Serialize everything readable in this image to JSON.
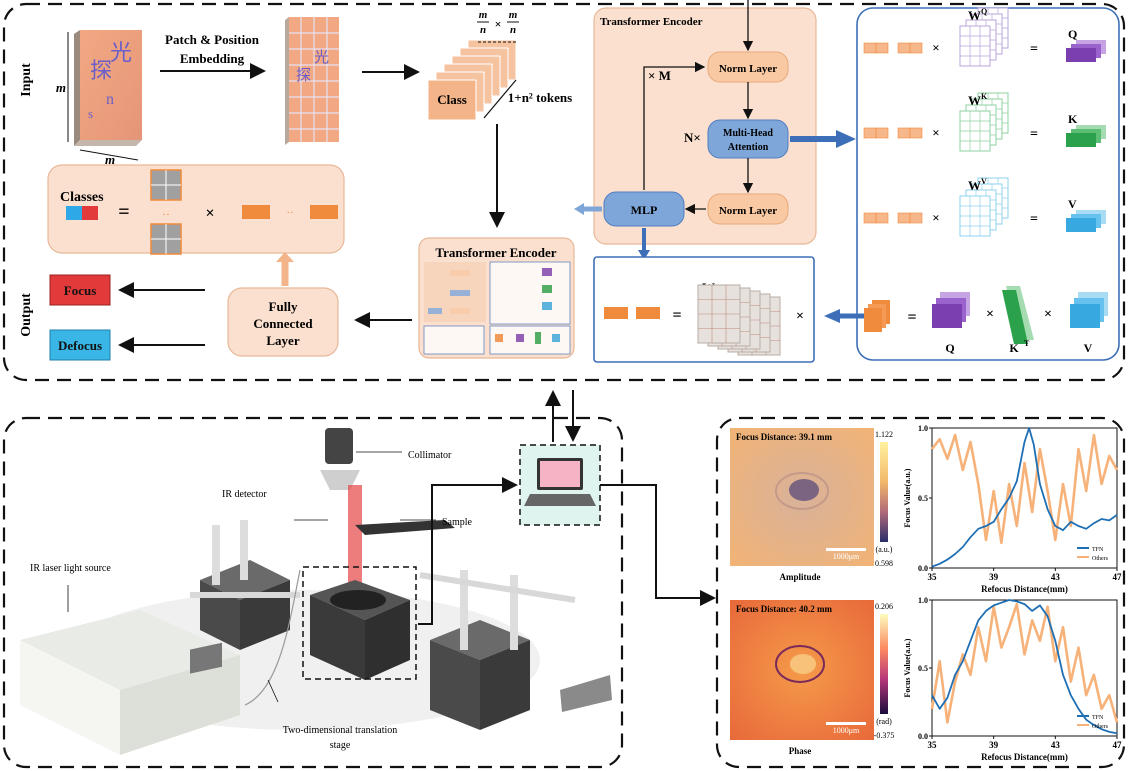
{
  "input_section": {
    "input_label": "Input",
    "output_label": "Output",
    "side_m_left": "m",
    "side_m_bottom": "m",
    "glyph_1": "探",
    "glyph_2": "光",
    "glyph_3": "n",
    "glyph_4": "s",
    "patch_embedding_line1": "Patch & Position",
    "patch_embedding_line2": "Embedding",
    "class_token": "Class",
    "patch_size_num": "m",
    "patch_size_den": "n",
    "patch_size_times": "×",
    "tokens_label": "1+n² tokens",
    "classes_label": "Classes",
    "equals": "=",
    "times": "×",
    "dots": "·· ",
    "focus_btn": "Focus",
    "defocus_btn": "Defocus",
    "fc_layer": [
      "Fully",
      "Connected",
      "Layer"
    ],
    "mini_encoder_title": "Transformer Encoder"
  },
  "encoder": {
    "title": "Transformer Encoder",
    "norm_top": "Norm Layer",
    "norm_bottom": "Norm Layer",
    "mha": [
      "Multi-Head",
      "Attention"
    ],
    "mlp": "MLP",
    "repeat_m": "× M",
    "repeat_n": "N×"
  },
  "attention": {
    "wq": "W",
    "wq_sup": "Q",
    "wk": "W",
    "wk_sup": "K",
    "wv": "W",
    "wv_sup": "V",
    "q": "Q",
    "k": "K",
    "v": "V",
    "w": "W",
    "q2": "Q",
    "kt": "K",
    "kt_sup": "T",
    "v2": "V"
  },
  "setup": {
    "collimator": "Collimator",
    "ir_detector": "IR detector",
    "sample": "Sample",
    "laser": "IR laser light source",
    "stage_line1": "Two-dimensional translation",
    "stage_line2": "stage"
  },
  "results": {
    "amp_focus": "Focus Distance: 39.1 mm",
    "amp_scale": "1000μm",
    "amp_cb_max": "1.122",
    "amp_cb_unit": "(a.u.)",
    "amp_cb_min": "0.598",
    "amp_label": "Amplitude",
    "phase_focus": "Focus Distance: 40.2 mm",
    "phase_scale": "1000μm",
    "phase_cb_max": "0.206",
    "phase_cb_unit": "(rad)",
    "phase_cb_min": "-0.375",
    "phase_label": "Phase"
  },
  "colors": {
    "encoder_bg": "#fbe0cf",
    "node_fill": "#f9c9a3",
    "mha_fill": "#7fa6d9",
    "accent_orange": "#f08a3c",
    "focus_red": "#e23a3a",
    "defocus_blue": "#39b6e6",
    "tfn_blue": "#1f6fb4",
    "others_orange": "#f7b27a"
  },
  "chart_data": [
    {
      "type": "line",
      "title": "",
      "xlabel": "Refocus Distance(mm)",
      "ylabel": "Focus Value(a.u.)",
      "xlim": [
        35,
        47
      ],
      "ylim": [
        0,
        1
      ],
      "xticks": [
        "35",
        "39",
        "43",
        "47"
      ],
      "yticks": [
        "0.0",
        "0.5",
        "1.0"
      ],
      "legend": "bottom-right",
      "series": [
        {
          "name": "TFN",
          "color": "#1f6fb4",
          "x": [
            35,
            35.5,
            36,
            36.5,
            37,
            37.5,
            38,
            38.5,
            39,
            39.5,
            40,
            40.5,
            41,
            41.3,
            41.6,
            42,
            42.5,
            43,
            43.5,
            44,
            44.5,
            45,
            45.5,
            46,
            46.5,
            47
          ],
          "y": [
            0.01,
            0.03,
            0.06,
            0.1,
            0.15,
            0.22,
            0.28,
            0.3,
            0.33,
            0.42,
            0.5,
            0.62,
            0.9,
            1.0,
            0.88,
            0.6,
            0.42,
            0.3,
            0.27,
            0.33,
            0.3,
            0.28,
            0.32,
            0.35,
            0.34,
            0.38
          ]
        },
        {
          "name": "Others",
          "color": "#f7b27a",
          "x": [
            35,
            35.5,
            36,
            36.5,
            37,
            37.5,
            38,
            38.5,
            39,
            39.5,
            40,
            40.5,
            41,
            41.5,
            42,
            42.5,
            43,
            43.5,
            44,
            44.5,
            45,
            45.5,
            46,
            46.5,
            47
          ],
          "y": [
            0.85,
            0.92,
            0.78,
            0.95,
            0.7,
            0.9,
            0.6,
            0.2,
            0.55,
            0.18,
            0.6,
            0.3,
            0.75,
            0.4,
            0.85,
            0.55,
            0.2,
            0.6,
            0.3,
            0.85,
            0.55,
            0.95,
            0.6,
            0.8,
            0.7
          ]
        }
      ]
    },
    {
      "type": "line",
      "title": "",
      "xlabel": "Refocus Distance(mm)",
      "ylabel": "Focus Value(a.u.)",
      "xlim": [
        35,
        47
      ],
      "ylim": [
        0,
        1
      ],
      "xticks": [
        "35",
        "39",
        "43",
        "47"
      ],
      "yticks": [
        "0.0",
        "0.5",
        "1.0"
      ],
      "legend": "bottom-right",
      "series": [
        {
          "name": "TFN",
          "color": "#1f6fb4",
          "x": [
            35,
            35.5,
            36,
            36.5,
            37,
            37.5,
            38,
            38.5,
            39,
            39.5,
            40,
            40.5,
            41,
            41.5,
            42,
            42.5,
            43,
            43.5,
            44,
            44.5,
            45,
            45.5,
            46,
            46.5,
            47
          ],
          "y": [
            0.3,
            0.2,
            0.28,
            0.45,
            0.55,
            0.7,
            0.85,
            0.92,
            0.96,
            0.98,
            1.0,
            0.99,
            0.97,
            0.92,
            0.96,
            0.88,
            0.7,
            0.45,
            0.3,
            0.2,
            0.12,
            0.08,
            0.05,
            0.03,
            0.02
          ]
        },
        {
          "name": "Others",
          "color": "#f7b27a",
          "x": [
            35,
            35.5,
            36,
            36.5,
            37,
            37.5,
            38,
            38.5,
            39,
            39.5,
            40,
            40.5,
            41,
            41.5,
            42,
            42.5,
            43,
            43.5,
            44,
            44.5,
            45,
            45.5,
            46,
            46.5,
            47
          ],
          "y": [
            0.2,
            0.55,
            0.1,
            0.4,
            0.6,
            0.45,
            0.8,
            0.55,
            0.95,
            0.65,
            0.8,
            0.97,
            0.6,
            0.85,
            0.7,
            0.95,
            0.55,
            0.8,
            0.4,
            0.65,
            0.3,
            0.45,
            0.2,
            0.3,
            0.1
          ]
        }
      ]
    }
  ],
  "chart_legend_tfn": "TFN",
  "chart_legend_others": "Others"
}
